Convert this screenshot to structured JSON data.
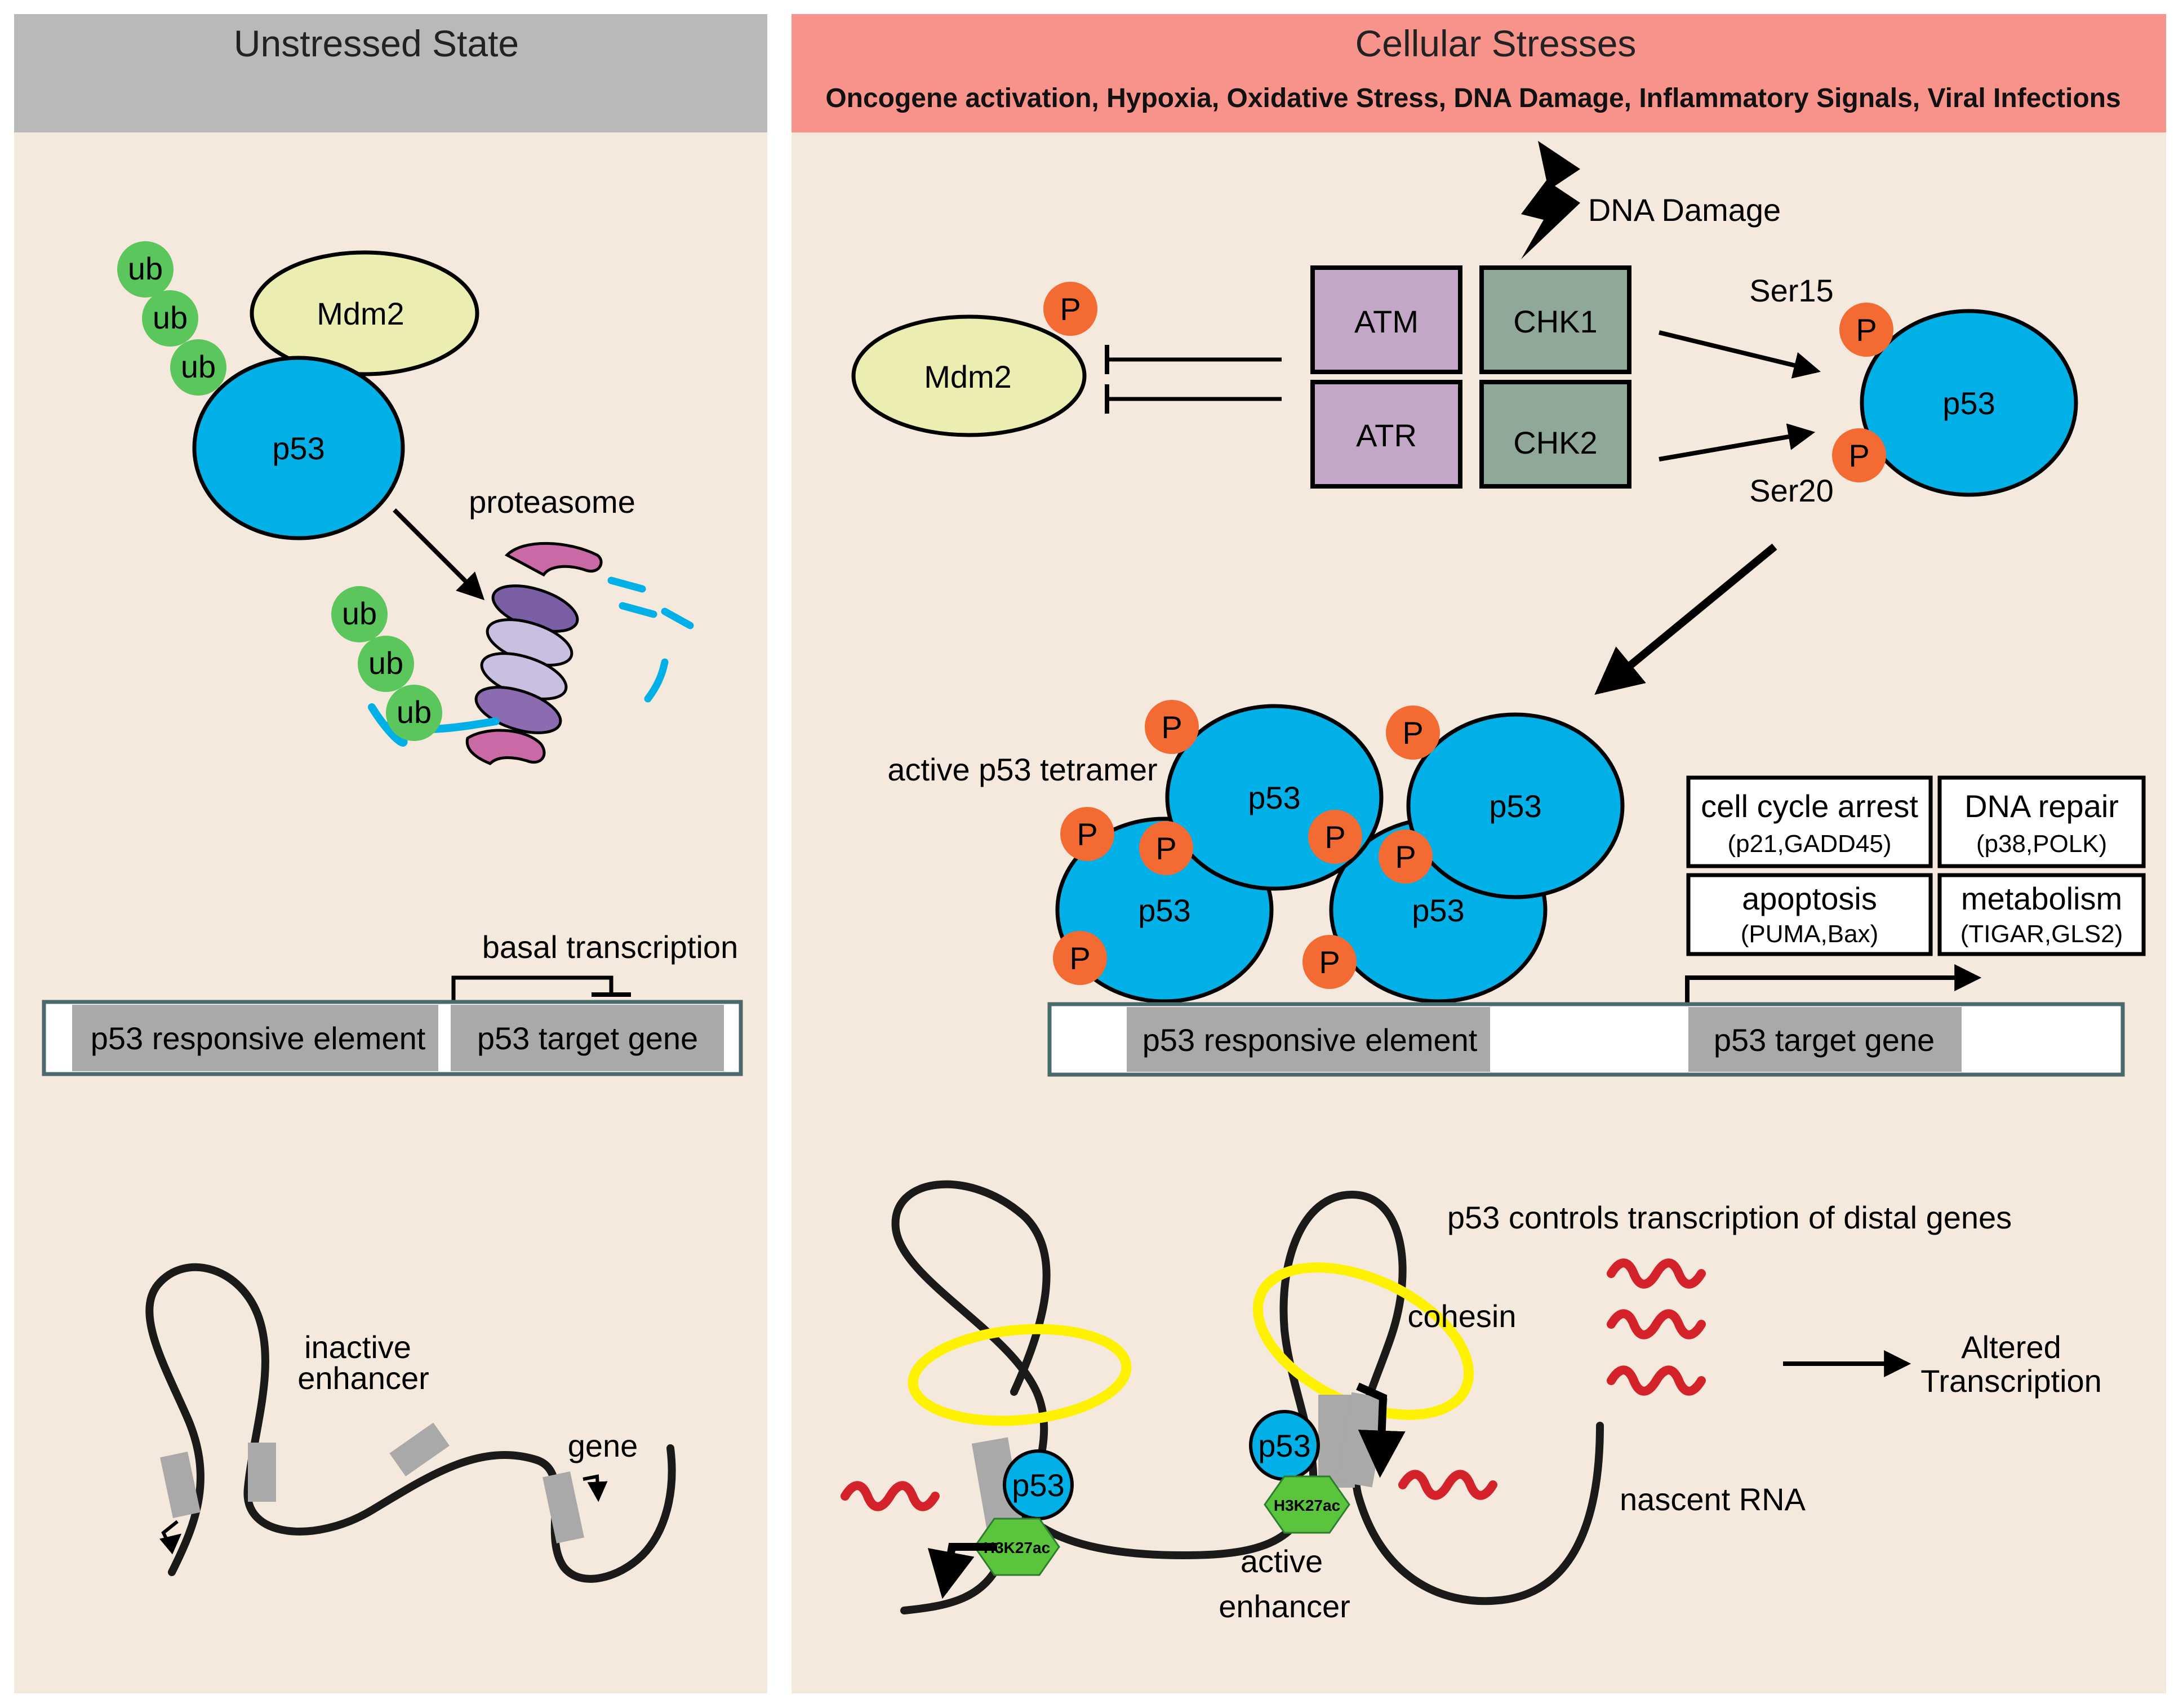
{
  "colors": {
    "panel_bg": "#f5e8dc",
    "unstressed_header": "#b9b9b9",
    "stress_header": "#f7938a",
    "p53": "#00b0e6",
    "mdm2": "#ecedb0",
    "ub": "#5bc65b",
    "phospho": "#f36b33",
    "kinase_atm": "#c3a7c6",
    "kinase_chk": "#8fa898",
    "dna_damage_text": "#e8322a",
    "element_gray": "#a9a9a9",
    "cohesin": "#fff200",
    "h3k27ac": "#5ac43d",
    "rna": "#d4222a",
    "proteasome_magenta": "#c96aa6"
  },
  "left_panel": {
    "title": "Unstressed State",
    "mdm2_label": "Mdm2",
    "p53_label": "p53",
    "ub_label": "ub",
    "proteasome_label": "proteasome",
    "basal_label": "basal transcription",
    "element_label": "p53 responsive element",
    "target_label": "p53 target gene",
    "inactive_label_1": "inactive",
    "inactive_label_2": "enhancer",
    "gene_label": "gene"
  },
  "right_panel": {
    "title": "Cellular Stresses",
    "subtitle": "Oncogene activation, Hypoxia, Oxidative Stress, DNA Damage, Inflammatory Signals, Viral Infections",
    "dna_damage_label": "DNA Damage",
    "mdm2_label": "Mdm2",
    "p_label": "P",
    "kinases": [
      "ATM",
      "CHK1",
      "ATR",
      "CHK2"
    ],
    "ser15_label": "Ser15",
    "ser20_label": "Ser20",
    "p53_label": "p53",
    "tetramer_label": "active p53 tetramer",
    "outcomes": [
      {
        "title": "cell cycle arrest",
        "genes": "(p21,GADD45)"
      },
      {
        "title": "DNA repair",
        "genes": "(p38,POLK)"
      },
      {
        "title": "apoptosis",
        "genes": "(PUMA,Bax)"
      },
      {
        "title": "metabolism",
        "genes": "(TIGAR,GLS2)"
      }
    ],
    "element_label": "p53 responsive element",
    "target_label": "p53 target gene",
    "distal_label": "p53 controls transcription of distal genes",
    "cohesin_label": "cohesin",
    "altered_label_1": "Altered",
    "altered_label_2": "Transcription",
    "nascent_label": "nascent RNA",
    "active_label_1": "active",
    "active_label_2": "enhancer",
    "h3k27ac_label": "H3K27ac"
  }
}
